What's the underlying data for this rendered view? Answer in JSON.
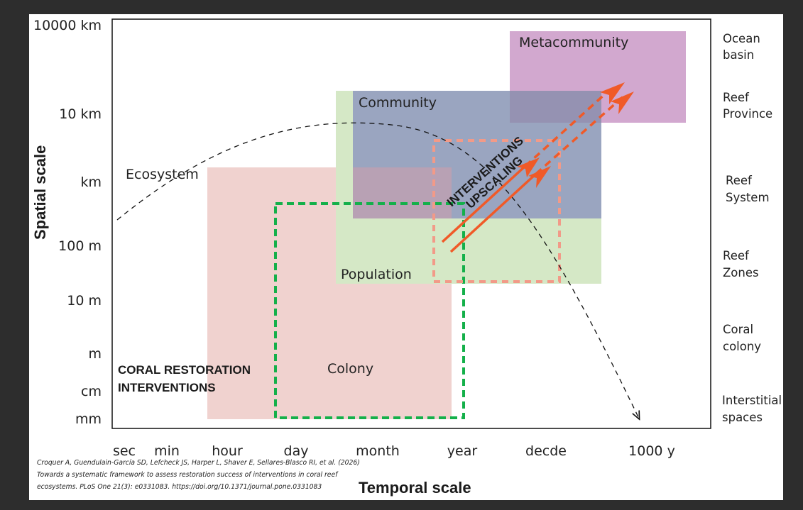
{
  "y_axis": {
    "title": "Spatial scale",
    "ticks": [
      "10000 km",
      "10 km",
      "km",
      "100 m",
      "10 m",
      "m",
      "cm",
      "mm"
    ]
  },
  "x_axis": {
    "title": "Temporal scale",
    "ticks": [
      "sec",
      "min",
      "hour",
      "day",
      "month",
      "year",
      "decde",
      "1000 y"
    ]
  },
  "right_labels": [
    [
      "Ocean",
      "basin"
    ],
    [
      "Reef",
      "Province"
    ],
    [
      "Reef",
      "System"
    ],
    [
      "Reef",
      "Zones"
    ],
    [
      "Coral",
      "colony"
    ],
    [
      "Interstitial",
      "spaces"
    ]
  ],
  "regions": {
    "metacommunity": "Metacommunity",
    "community": "Community",
    "ecosystem": "Ecosystem",
    "population": "Population",
    "colony": "Colony"
  },
  "annotations": {
    "interventions_line1": "CORAL RESTORATION",
    "interventions_line2": "INTERVENTIONS",
    "upscaling_line1": "INTERVENTIONS",
    "upscaling_line2": "UPSCALING"
  },
  "citation": [
    "Croquer A, Guendulain-García SD, Lefcheck JS, Harper L, Shaver E, Sellares-Blasco RI, et al. (2026)",
    "Towards a systematic framework to assess restoration success of interventions in coral reef",
    "ecosystems. PLoS One 21(3): e0331083. https://doi.org/10.1371/journal.pone.0331083"
  ],
  "colors": {
    "ecosystem": "#f0d2cf",
    "population": "#d5e8c6",
    "community": "#9aa5c0",
    "metacommunity": "#d2a8cf",
    "restoration": "#14b04a",
    "upscaling_box": "#f29a88",
    "arrow": "#f05a28"
  }
}
